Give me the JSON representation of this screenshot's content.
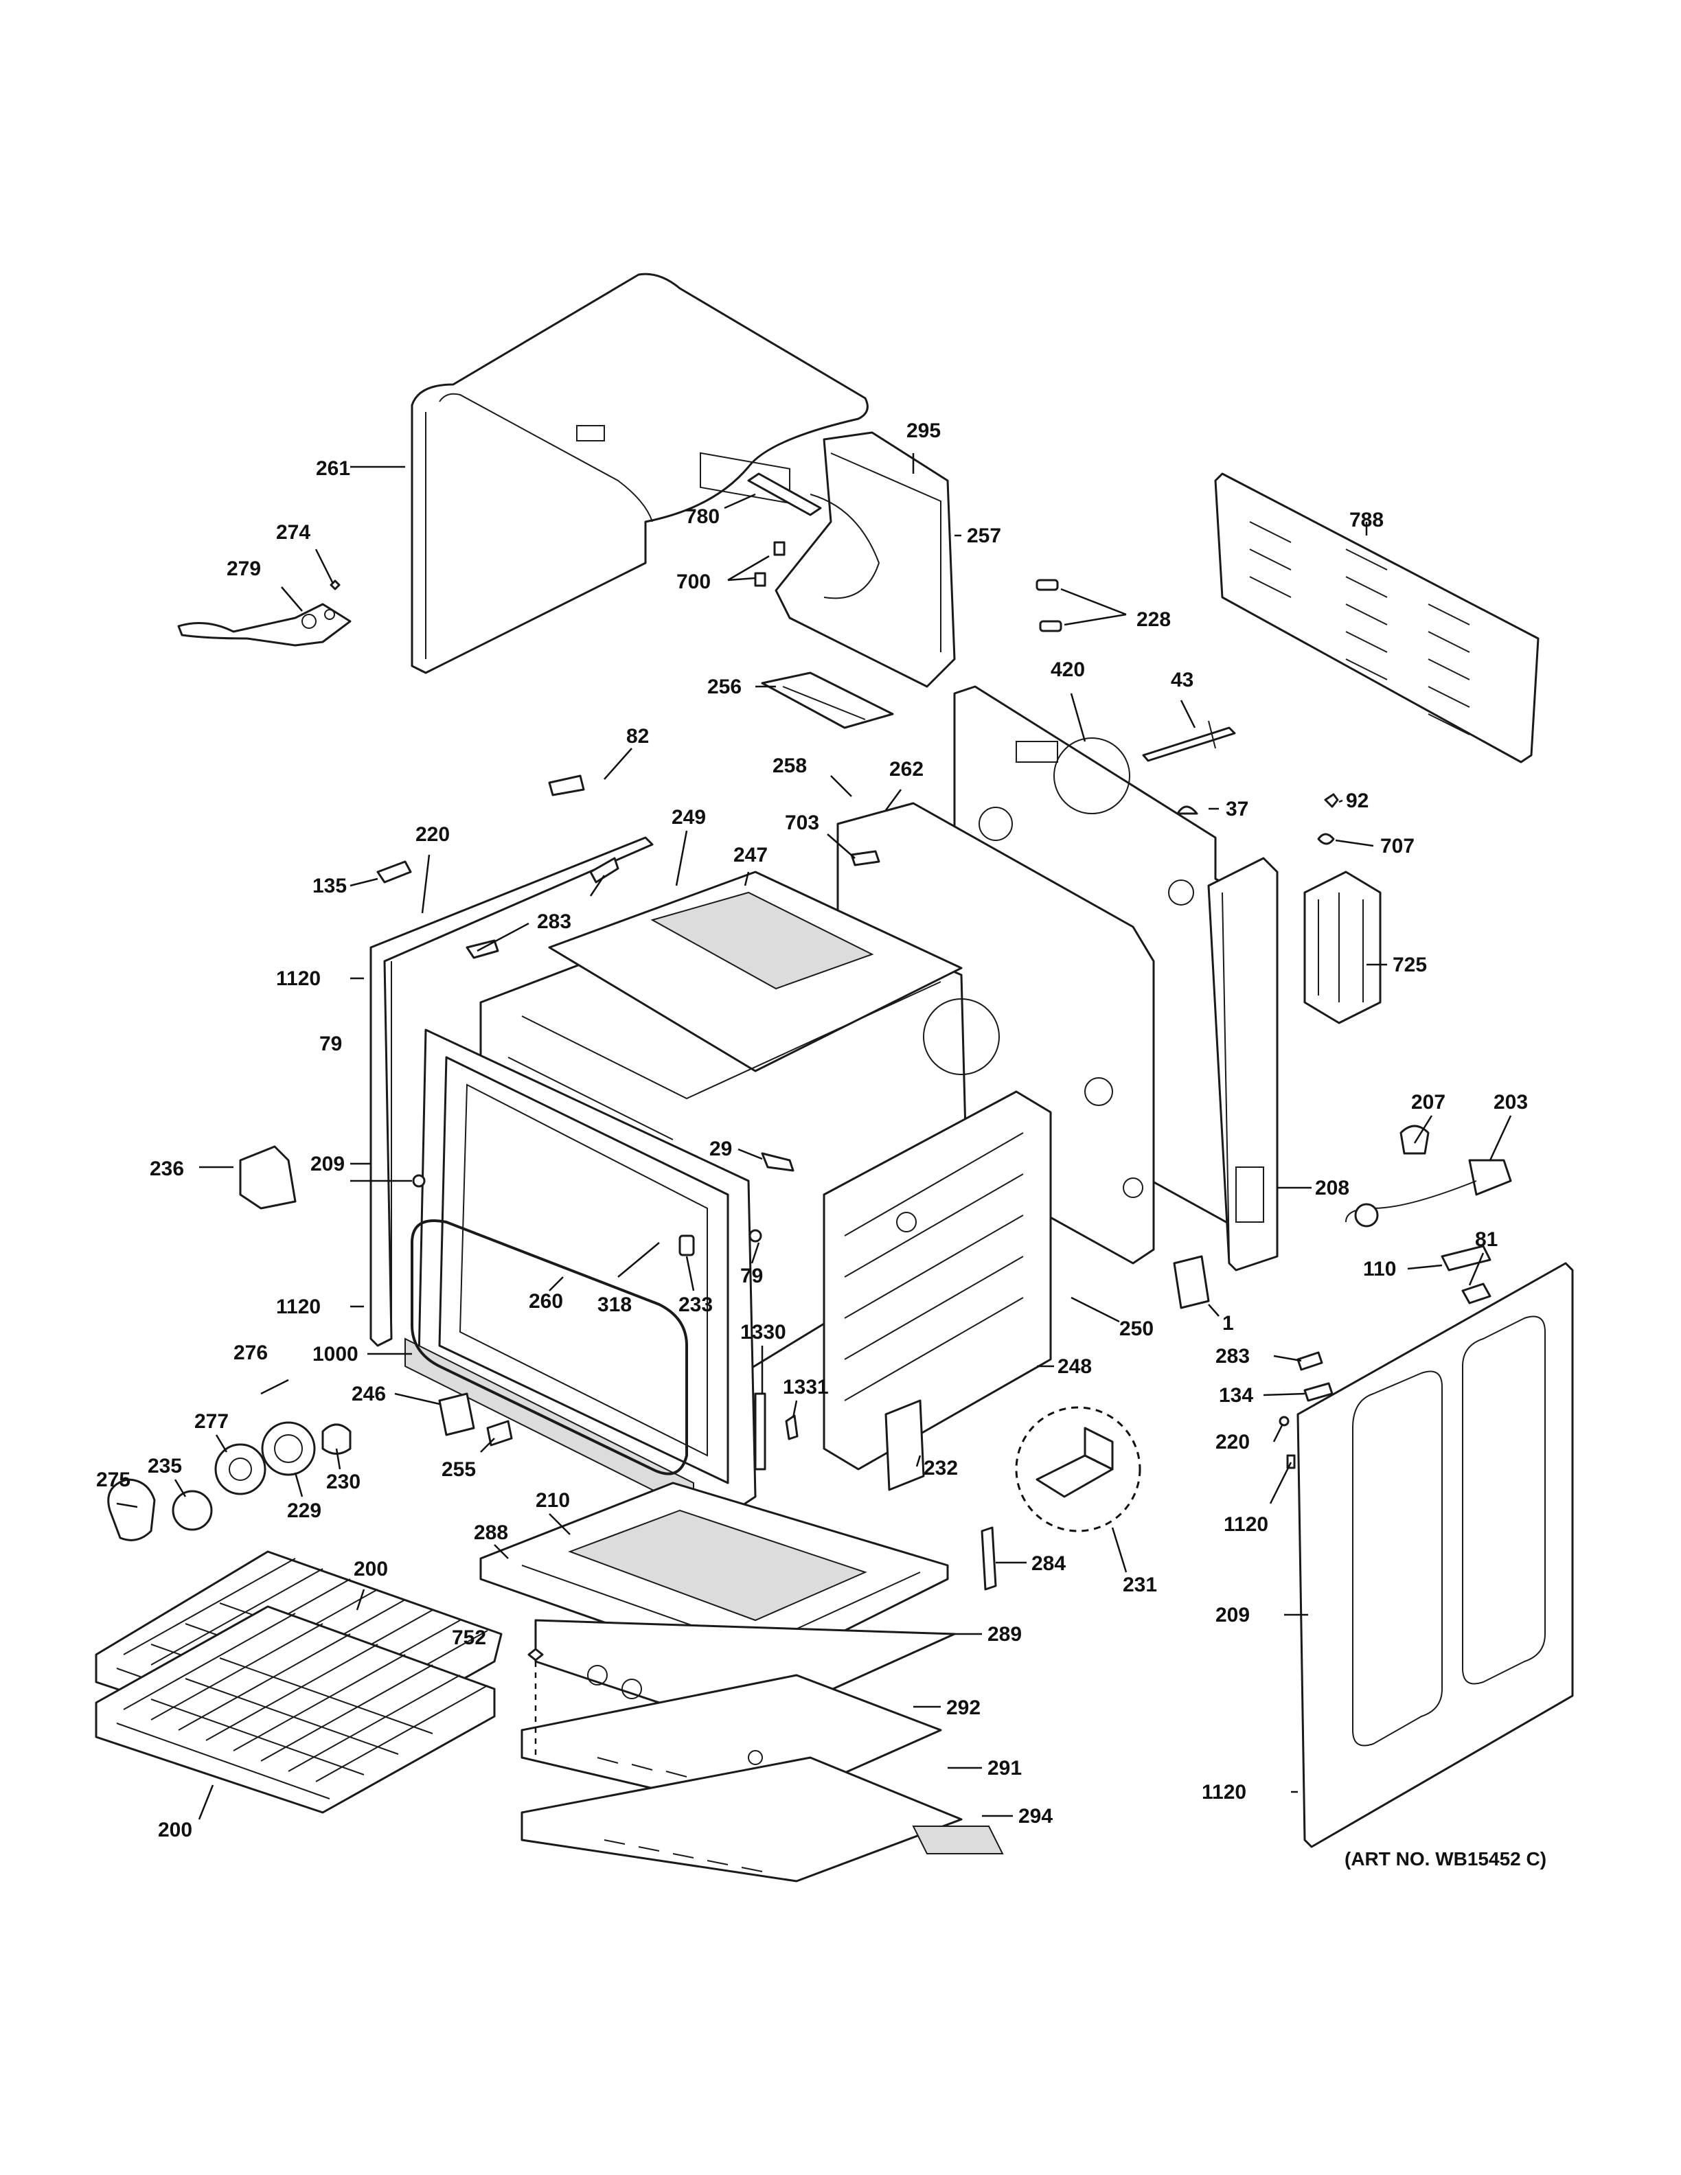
{
  "diagram": {
    "art_number": "(ART NO. WB15452 C)",
    "callouts": [
      {
        "id": "c261",
        "label": "261"
      },
      {
        "id": "c274",
        "label": "274"
      },
      {
        "id": "c279",
        "label": "279"
      },
      {
        "id": "c295",
        "label": "295"
      },
      {
        "id": "c780",
        "label": "780"
      },
      {
        "id": "c257",
        "label": "257"
      },
      {
        "id": "c700",
        "label": "700"
      },
      {
        "id": "c256",
        "label": "256"
      },
      {
        "id": "c228",
        "label": "228"
      },
      {
        "id": "c788",
        "label": "788"
      },
      {
        "id": "c420",
        "label": "420"
      },
      {
        "id": "c43",
        "label": "43"
      },
      {
        "id": "c37",
        "label": "37"
      },
      {
        "id": "c92",
        "label": "92"
      },
      {
        "id": "c707",
        "label": "707"
      },
      {
        "id": "c725",
        "label": "725"
      },
      {
        "id": "c82",
        "label": "82"
      },
      {
        "id": "c258",
        "label": "258"
      },
      {
        "id": "c262",
        "label": "262"
      },
      {
        "id": "c703",
        "label": "703"
      },
      {
        "id": "c220a",
        "label": "220"
      },
      {
        "id": "c249",
        "label": "249"
      },
      {
        "id": "c247",
        "label": "247"
      },
      {
        "id": "c135",
        "label": "135"
      },
      {
        "id": "c283a",
        "label": "283"
      },
      {
        "id": "c1120a",
        "label": "1120"
      },
      {
        "id": "c79a",
        "label": "79"
      },
      {
        "id": "c236",
        "label": "236"
      },
      {
        "id": "c208",
        "label": "208"
      },
      {
        "id": "c207",
        "label": "207"
      },
      {
        "id": "c203",
        "label": "203"
      },
      {
        "id": "c29",
        "label": "29"
      },
      {
        "id": "c209a",
        "label": "209"
      },
      {
        "id": "c81",
        "label": "81"
      },
      {
        "id": "c110",
        "label": "110"
      },
      {
        "id": "c79b",
        "label": "79"
      },
      {
        "id": "c260",
        "label": "260"
      },
      {
        "id": "c318",
        "label": "318"
      },
      {
        "id": "c233",
        "label": "233"
      },
      {
        "id": "c1120b",
        "label": "1120"
      },
      {
        "id": "c250",
        "label": "250"
      },
      {
        "id": "c1",
        "label": "1"
      },
      {
        "id": "c276",
        "label": "276"
      },
      {
        "id": "c1000",
        "label": "1000"
      },
      {
        "id": "c1330",
        "label": "1330"
      },
      {
        "id": "c248",
        "label": "248"
      },
      {
        "id": "c283b",
        "label": "283"
      },
      {
        "id": "c246",
        "label": "246"
      },
      {
        "id": "c1331",
        "label": "1331"
      },
      {
        "id": "c134",
        "label": "134"
      },
      {
        "id": "c277",
        "label": "277"
      },
      {
        "id": "c235",
        "label": "235"
      },
      {
        "id": "c230",
        "label": "230"
      },
      {
        "id": "c255",
        "label": "255"
      },
      {
        "id": "c232",
        "label": "232"
      },
      {
        "id": "c220b",
        "label": "220"
      },
      {
        "id": "c275",
        "label": "275"
      },
      {
        "id": "c229",
        "label": "229"
      },
      {
        "id": "c210",
        "label": "210"
      },
      {
        "id": "c1120c",
        "label": "1120"
      },
      {
        "id": "c288",
        "label": "288"
      },
      {
        "id": "c284",
        "label": "284"
      },
      {
        "id": "c231",
        "label": "231"
      },
      {
        "id": "c200a",
        "label": "200"
      },
      {
        "id": "c209b",
        "label": "209"
      },
      {
        "id": "c752",
        "label": "752"
      },
      {
        "id": "c289",
        "label": "289"
      },
      {
        "id": "c292",
        "label": "292"
      },
      {
        "id": "c291",
        "label": "291"
      },
      {
        "id": "c1120d",
        "label": "1120"
      },
      {
        "id": "c294",
        "label": "294"
      },
      {
        "id": "c200b",
        "label": "200"
      }
    ]
  }
}
